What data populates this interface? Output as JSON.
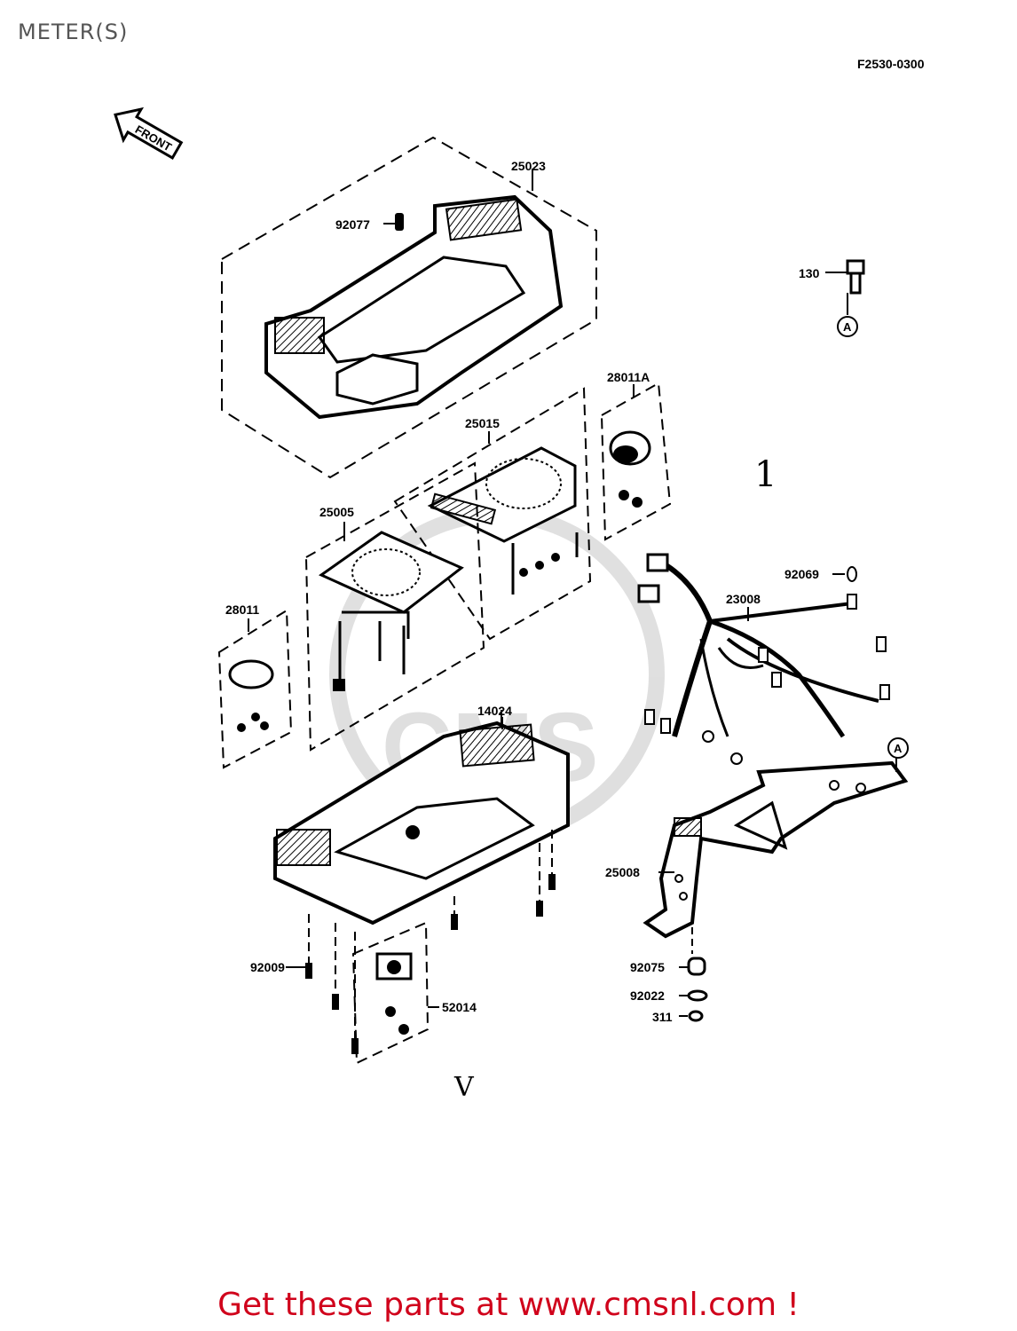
{
  "page": {
    "title": "METER(S)",
    "diagram_code": "F2530-0300",
    "footer_link": "Get these parts at www.cmsnl.com !",
    "watermark": "CMS cmsnl.com"
  },
  "diagram": {
    "front_label": "FRONT",
    "ref_mark": "A",
    "parts": [
      {
        "id": "25023",
        "label": "25023"
      },
      {
        "id": "92077",
        "label": "92077"
      },
      {
        "id": "130",
        "label": "130"
      },
      {
        "id": "28011A",
        "label": "28011A"
      },
      {
        "id": "25015",
        "label": "25015"
      },
      {
        "id": "25005",
        "label": "25005"
      },
      {
        "id": "28011",
        "label": "28011"
      },
      {
        "id": "92069",
        "label": "92069"
      },
      {
        "id": "23008",
        "label": "23008"
      },
      {
        "id": "14024",
        "label": "14024"
      },
      {
        "id": "25008",
        "label": "25008"
      },
      {
        "id": "92009",
        "label": "92009"
      },
      {
        "id": "52014",
        "label": "52014"
      },
      {
        "id": "92075",
        "label": "92075"
      },
      {
        "id": "92022",
        "label": "92022"
      },
      {
        "id": "311",
        "label": "311"
      }
    ],
    "handwritten_marks": [
      "1",
      "V"
    ]
  }
}
